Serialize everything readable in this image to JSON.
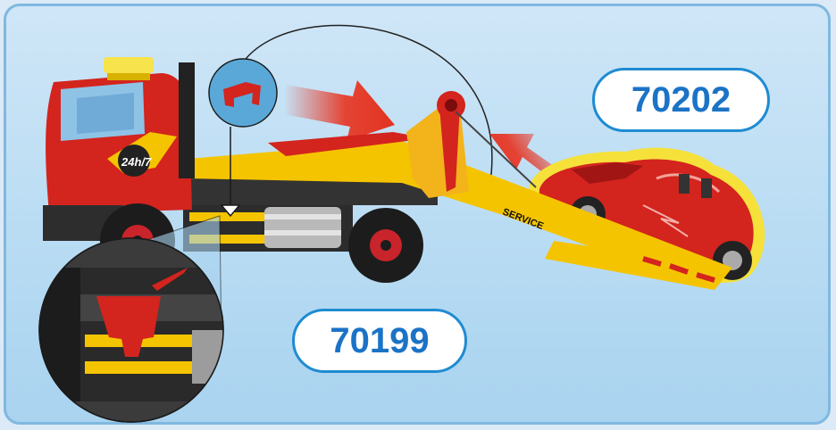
{
  "product_badges": [
    {
      "number": "70202"
    },
    {
      "number": "70199"
    }
  ],
  "vehicle_text": {
    "cab_sticker": "24h/7",
    "ramp_label": "SERVICE"
  },
  "colors": {
    "background": "#b9dcf3",
    "badge_border": "#1f8bd2",
    "badge_text": "#1b73c6",
    "truck_red": "#d8251e",
    "stripe_yellow": "#f5c400",
    "arrow_red": "#e8321f"
  }
}
